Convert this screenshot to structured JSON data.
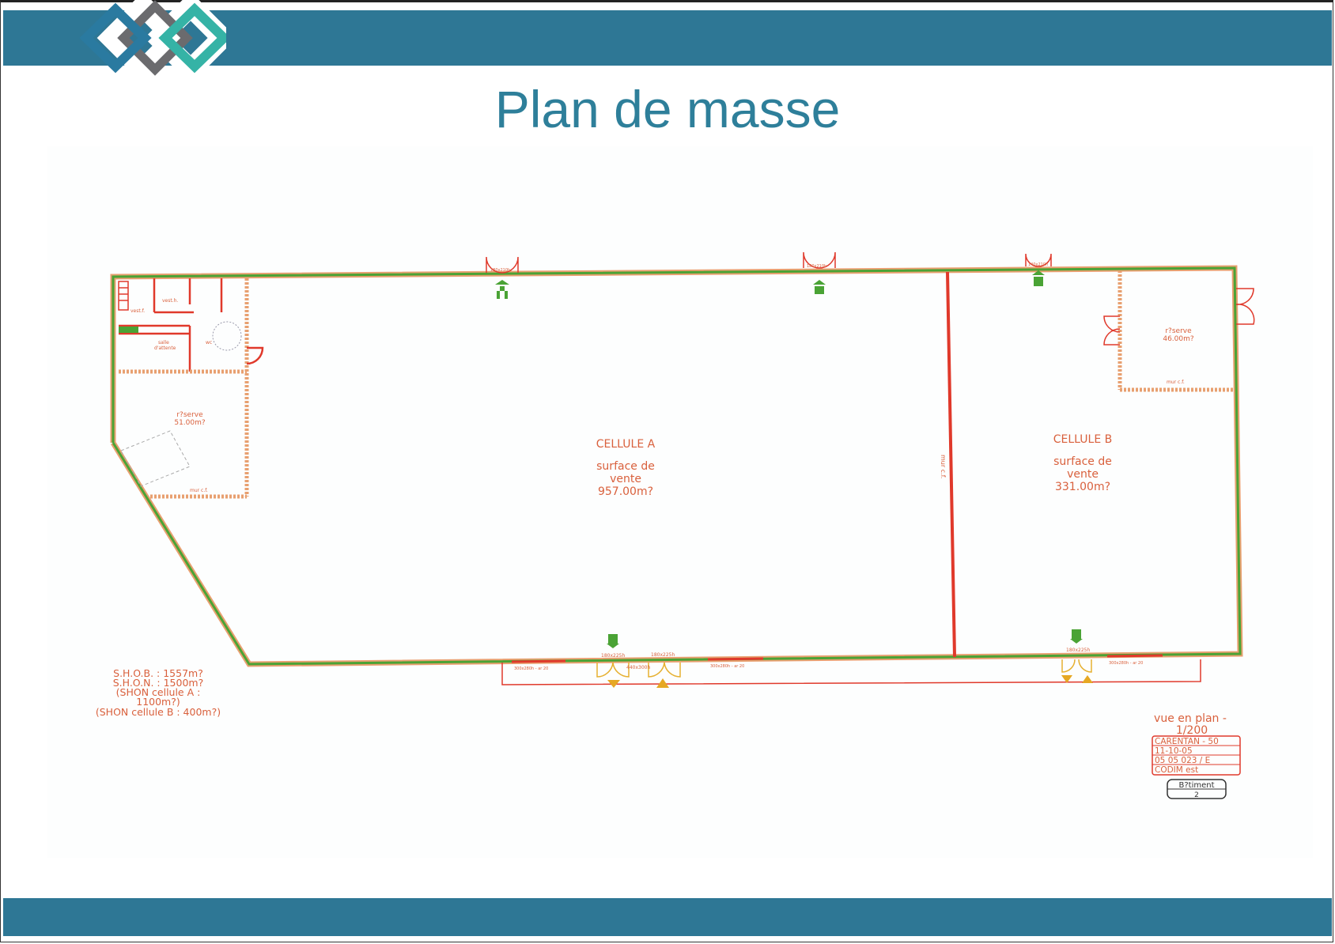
{
  "slide": {
    "title": "Plan de masse"
  },
  "plan": {
    "cells": [
      {
        "name": "CELLULE A",
        "label1": "surface de",
        "label2": "vente",
        "area": "957.00m?"
      },
      {
        "name": "CELLULE B",
        "label1": "surface de",
        "label2": "vente",
        "area": "331.00m?"
      }
    ],
    "rooms": [
      {
        "name": "r?serve",
        "area": "51.00m?"
      },
      {
        "name": "r?serve",
        "area": "46.00m?"
      }
    ],
    "small_labels": {
      "vest_f": "vest.f.",
      "vest_h": "vest.h.",
      "salle": "salle",
      "attente": "d'attente",
      "wc": "wc",
      "mur_cf": "mur c.f.",
      "mur_cf2": "mur c.f.",
      "door_top1": "180x210h",
      "door_top2": "180x210h",
      "door_top3": "140x210h",
      "door_bottom1": "180x225h",
      "door_bottom2": "180x225h",
      "door_bottom3": "180x225h",
      "door_canopy": "440x300h",
      "window1": "300x280h - ar 20",
      "window2": "300x280h - ar 20",
      "window3": "300x280h - ar 20",
      "mur_divider": "mur c.f."
    },
    "surfaces": [
      "S.H.O.B. : 1557m?",
      "S.H.O.N. : 1500m?",
      "(SHON cellule A :",
      "1100m?)",
      "(SHON cellule B : 400m?)"
    ],
    "view": {
      "line1": "vue en plan -",
      "line2": "1/200"
    },
    "cartouche": [
      "CARENTAN - 50",
      "11-10-05",
      "05 05 023 / E",
      "CODIM est"
    ],
    "building": {
      "label": "B?timent",
      "number": "2"
    }
  },
  "colors": {
    "band": "#2e7795",
    "title": "#2e7f9a",
    "wall_green": "#4aa335",
    "wall_red": "#e0392b",
    "text": "#d9603c"
  }
}
